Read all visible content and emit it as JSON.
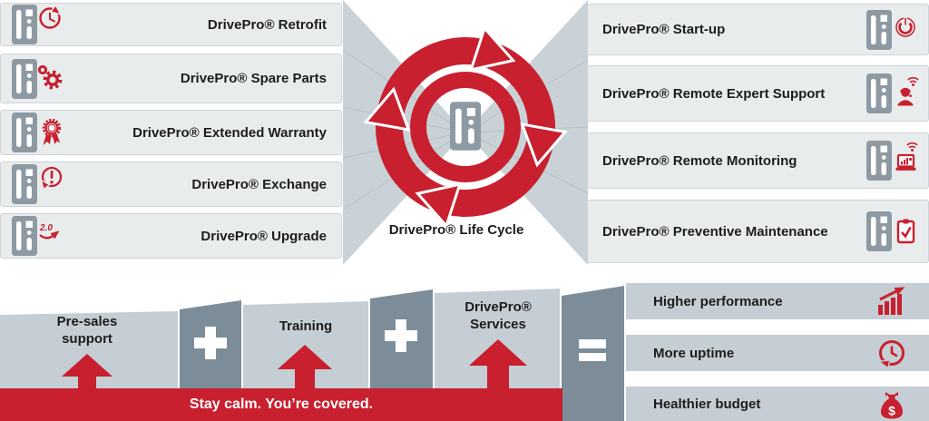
{
  "colors": {
    "brand_red": "#c8202f",
    "panel_light": "#c5ced4",
    "panel_dark": "#7c8d99",
    "row_background": "#e9eced",
    "triangle_gray": "#c9d2d7",
    "drive_gray": "#8e9aa3",
    "text_dark": "#1d1d1b"
  },
  "left_services": {
    "items": [
      {
        "label": "DrivePro® Retrofit",
        "icon": "retrofit-icon"
      },
      {
        "label": "DrivePro® Spare Parts",
        "icon": "spare-parts-icon"
      },
      {
        "label": "DrivePro® Extended Warranty",
        "icon": "extended-warranty-icon"
      },
      {
        "label": "DrivePro® Exchange",
        "icon": "exchange-icon"
      },
      {
        "label": "DrivePro® Upgrade",
        "icon": "upgrade-icon",
        "glyph": "2.0"
      }
    ]
  },
  "center": {
    "label": "DrivePro® Life Cycle",
    "icon": "drive-life-cycle-icon"
  },
  "right_services": {
    "items": [
      {
        "label": "DrivePro® Start-up",
        "icon": "start-up-icon"
      },
      {
        "label": "DrivePro® Remote Expert Support",
        "icon": "remote-expert-support-icon"
      },
      {
        "label": "DrivePro® Remote Monitoring",
        "icon": "remote-monitoring-icon"
      },
      {
        "label": "DrivePro® Preventive Maintenance",
        "icon": "preventive-maintenance-icon"
      }
    ]
  },
  "equation": {
    "terms": [
      {
        "label": "Pre-sales support"
      },
      {
        "label": "Training"
      },
      {
        "label": "DrivePro® Services"
      }
    ],
    "operators": [
      {
        "name": "plus-icon"
      },
      {
        "name": "plus-icon"
      },
      {
        "name": "equals-icon"
      }
    ],
    "banner": "Stay calm. You’re covered."
  },
  "results": {
    "items": [
      {
        "label": "Higher performance",
        "icon": "performance-growth-icon"
      },
      {
        "label": "More uptime",
        "icon": "uptime-clock-icon"
      },
      {
        "label": "Healthier budget",
        "icon": "money-bag-icon",
        "glyph": "$"
      }
    ]
  }
}
